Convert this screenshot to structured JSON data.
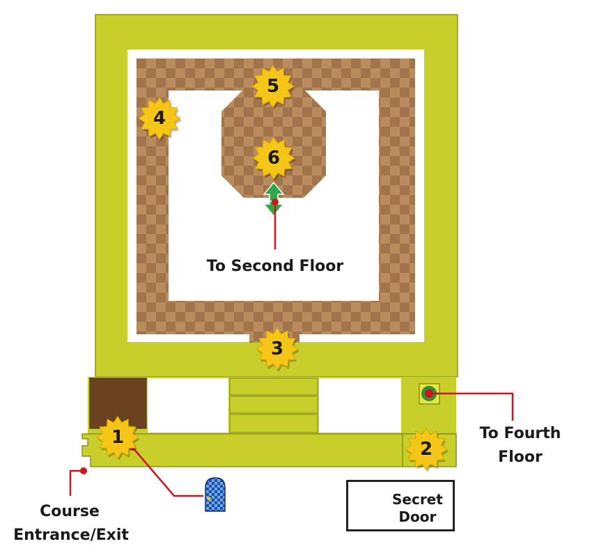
{
  "map": {
    "stars": [
      {
        "id": "1",
        "label": "1"
      },
      {
        "id": "2",
        "label": "2"
      },
      {
        "id": "3",
        "label": "3"
      },
      {
        "id": "4",
        "label": "4"
      },
      {
        "id": "5",
        "label": "5"
      },
      {
        "id": "6",
        "label": "6"
      }
    ],
    "callouts": {
      "second_floor": "To Second Floor",
      "fourth_floor_line1": "To Fourth",
      "fourth_floor_line2": "Floor",
      "entrance_line1": "Course",
      "entrance_line2": "Entrance/Exit"
    },
    "legend": {
      "secret_door_line1": "Secret",
      "secret_door_line2": "Door"
    },
    "colors": {
      "floor_lime": "#c8cf2a",
      "checker_light": "#b98b5d",
      "checker_dark": "#a2744b",
      "dark_block": "#6b4220",
      "star": "#f5c518",
      "callout_line": "#d0141c",
      "green_arrow": "#2ea84a",
      "door_blue": "#1f4fa8"
    }
  }
}
